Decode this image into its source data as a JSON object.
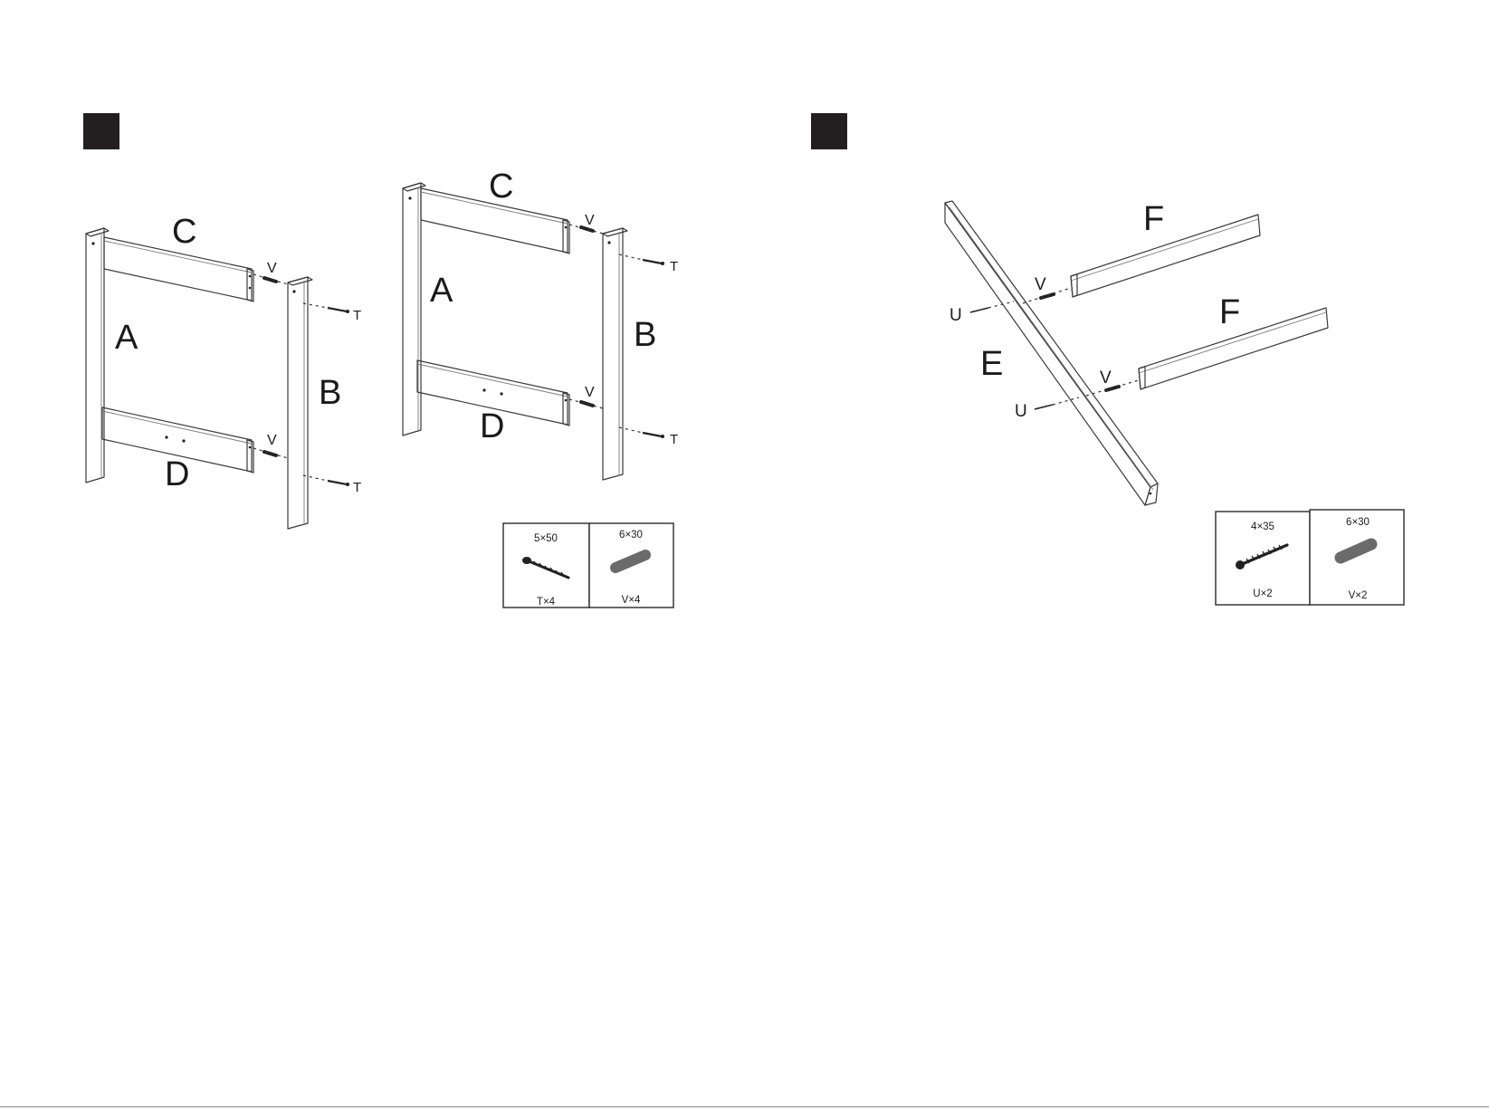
{
  "step1": {
    "part_labels": {
      "a1": "A",
      "b1": "B",
      "c1": "C",
      "d1": "D",
      "a2": "A",
      "b2": "B",
      "c2": "C",
      "d2": "D"
    },
    "hardware_callouts": {
      "v1": "V",
      "v2": "V",
      "t1": "T",
      "t2": "T",
      "v3": "V",
      "v4": "V",
      "t3": "T",
      "t4": "T"
    },
    "hardware_box": {
      "screw_size": "5×50",
      "screw_qty": "T×4",
      "dowel_size": "6×30",
      "dowel_qty": "V×4"
    }
  },
  "step2": {
    "part_labels": {
      "e": "E",
      "f1": "F",
      "f2": "F"
    },
    "hardware_callouts": {
      "u1": "U",
      "u2": "U",
      "v1": "V",
      "v2": "V"
    },
    "hardware_box": {
      "screw_size": "4×35",
      "screw_qty": "U×2",
      "dowel_size": "6×30",
      "dowel_qty": "V×2"
    }
  },
  "colors": {
    "marker": "#231f20",
    "line": "#3a3a3a",
    "dowel": "#6b6b6b"
  },
  "icons": [
    "step-marker",
    "wood-screw-icon",
    "dowel-icon"
  ]
}
